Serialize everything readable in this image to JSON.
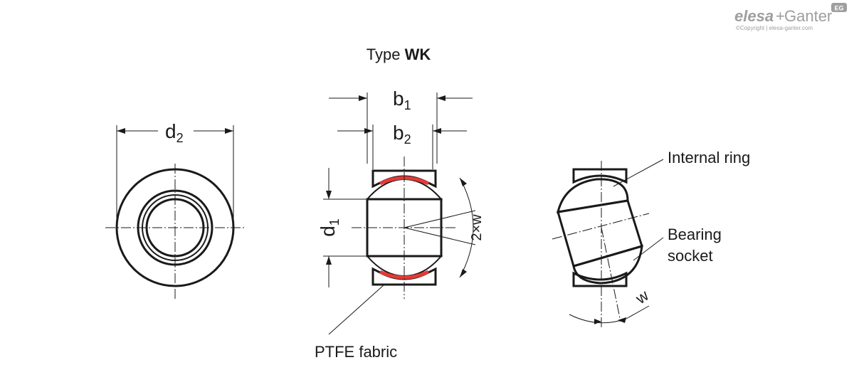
{
  "title": {
    "prefix": "Type ",
    "bold": "WK"
  },
  "logo": {
    "brand_left": "elesa",
    "plus": "+",
    "brand_right": "Ganter",
    "badge": "EG",
    "copyright": "©Copyright | elesa-ganter.com"
  },
  "labels": {
    "d2_main": "d",
    "d2_sub": "2",
    "b1_main": "b",
    "b1_sub": "1",
    "b2_main": "b",
    "b2_sub": "2",
    "d1_main": "d",
    "d1_sub": "1",
    "two_w": "2×w",
    "w": "w",
    "internal_ring": "Internal ring",
    "bearing": "Bearing",
    "socket": "socket",
    "ptfe": "PTFE fabric"
  },
  "colors": {
    "line": "#1a1a1a",
    "ptfe": "#e53935",
    "logo": "#9e9e9e",
    "background": "#ffffff"
  }
}
